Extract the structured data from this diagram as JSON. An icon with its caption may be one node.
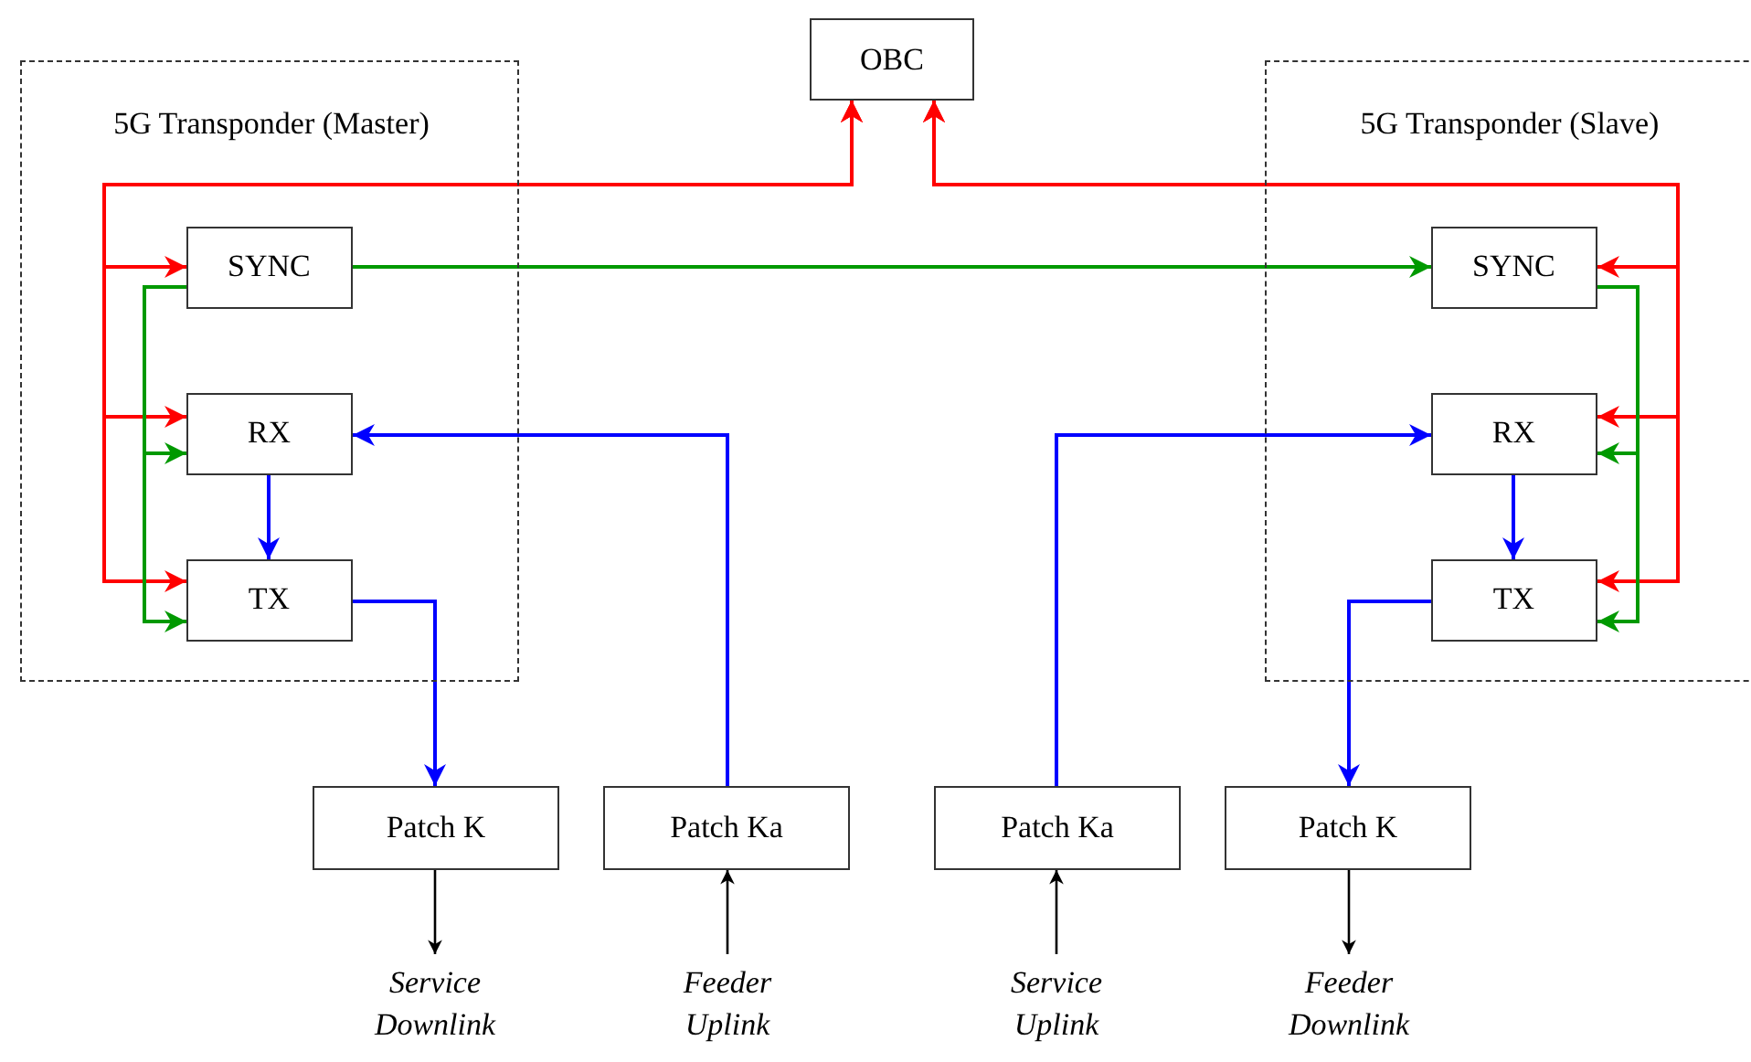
{
  "diagram": {
    "nodes": [
      {
        "text": [
          "OBC"
        ]
      },
      {
        "text": [
          "5G Transponder (Master)"
        ]
      },
      {
        "text": [
          "SYNC"
        ],
        "in": 1
      },
      {
        "text": [
          "RX"
        ],
        "in": 1
      },
      {
        "text": [
          "TX"
        ],
        "in": 1
      },
      {
        "text": [
          "5G Transponder (Slave)"
        ]
      },
      {
        "text": [
          "SYNC"
        ],
        "in": 5
      },
      {
        "text": [
          "RX"
        ],
        "in": 5
      },
      {
        "text": [
          "TX"
        ],
        "in": 5
      },
      {
        "text": [
          "Patch K"
        ]
      },
      {
        "text": [
          "Patch Ka"
        ]
      },
      {
        "text": [
          "Patch Ka"
        ]
      },
      {
        "text": [
          "Patch K"
        ]
      },
      {
        "text": [
          "Service Downlink"
        ]
      },
      {
        "text": [
          "Feeder Uplink"
        ]
      },
      {
        "text": [
          "Service Uplink"
        ]
      },
      {
        "text": [
          "Feeder Downlink"
        ]
      }
    ],
    "edges": [
      {
        "from": 0,
        "to": 2,
        "arrow": "both",
        "color": "#ff0000"
      },
      {
        "from": 0,
        "to": 3,
        "arrow": "both",
        "color": "#ff0000"
      },
      {
        "from": 0,
        "to": 4,
        "arrow": "both",
        "color": "#ff0000"
      },
      {
        "from": 0,
        "to": 6,
        "arrow": "both",
        "color": "#ff0000"
      },
      {
        "from": 0,
        "to": 7,
        "arrow": "both",
        "color": "#ff0000"
      },
      {
        "from": 0,
        "to": 8,
        "arrow": "both",
        "color": "#ff0000"
      },
      {
        "from": 2,
        "to": 6,
        "arrow": "to",
        "color": "#009900"
      },
      {
        "from": 2,
        "to": 3,
        "arrow": "to",
        "color": "#009900"
      },
      {
        "from": 2,
        "to": 4,
        "arrow": "to",
        "color": "#009900"
      },
      {
        "from": 6,
        "to": 7,
        "arrow": "to",
        "color": "#009900"
      },
      {
        "from": 6,
        "to": 8,
        "arrow": "to",
        "color": "#009900"
      },
      {
        "from": 3,
        "to": 4,
        "arrow": "to",
        "color": "#0000ff"
      },
      {
        "from": 4,
        "to": 9,
        "arrow": "to",
        "color": "#0000ff"
      },
      {
        "from": 10,
        "to": 3,
        "arrow": "to",
        "color": "#0000ff"
      },
      {
        "from": 11,
        "to": 7,
        "arrow": "to",
        "color": "#0000ff"
      },
      {
        "from": 7,
        "to": 8,
        "arrow": "to",
        "color": "#0000ff"
      },
      {
        "from": 8,
        "to": 12,
        "arrow": "to",
        "color": "#0000ff"
      },
      {
        "from": 9,
        "to": 13,
        "arrow": "to",
        "color": "#000000"
      },
      {
        "from": 14,
        "to": 10,
        "arrow": "to",
        "color": "#000000"
      },
      {
        "from": 15,
        "to": 11,
        "arrow": "to",
        "color": "#000000"
      },
      {
        "from": 12,
        "to": 16,
        "arrow": "to",
        "color": "#000000"
      }
    ]
  }
}
